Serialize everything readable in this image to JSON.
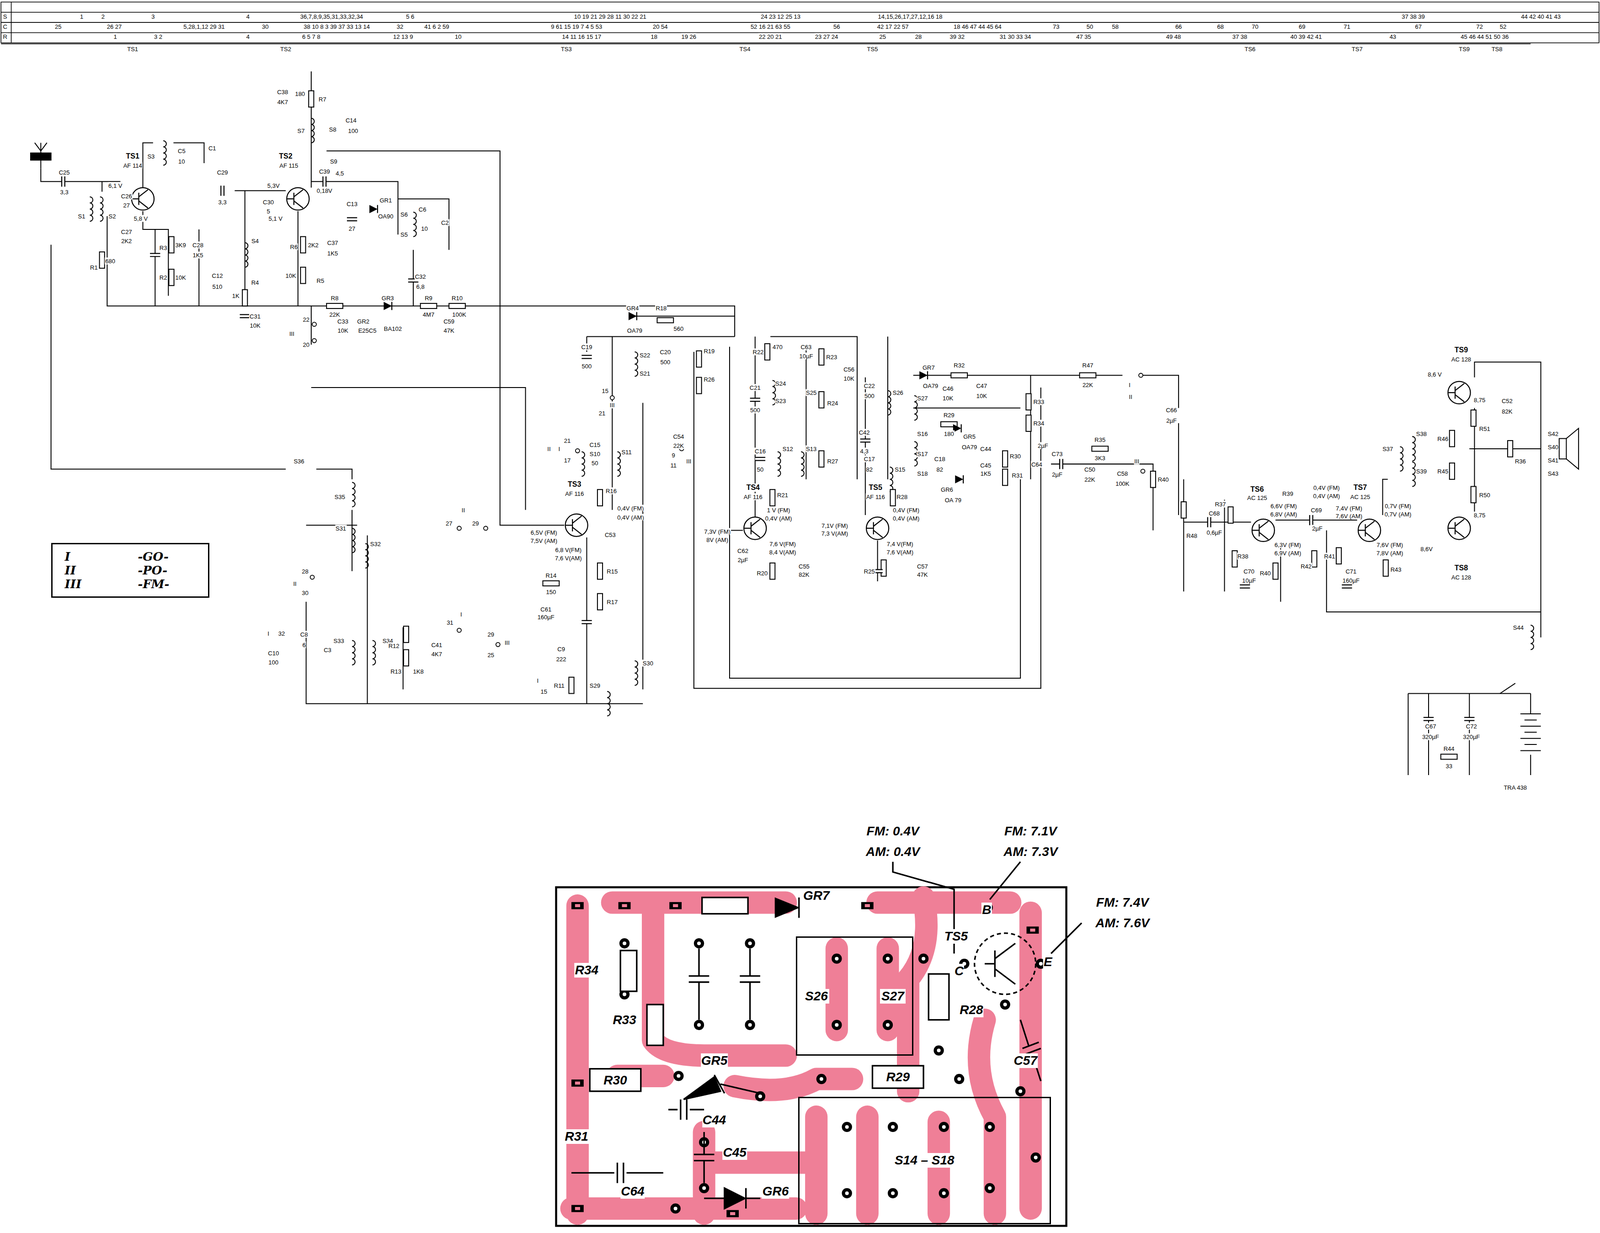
{
  "diagram": {
    "nodes": [
      {
        "text": [
          "I",
          "-GO-",
          "II",
          "-PO-",
          "III",
          "-FM-"
        ]
      },
      {
        "text": [
          "S26",
          "S27"
        ]
      },
      {
        "text": [
          "S14 – S18"
        ]
      }
    ],
    "labels": [
      "S",
      "C",
      "R",
      "1",
      "2",
      "3",
      "4",
      "36,7,8,9,35,31,33,32,34",
      "5 6",
      "10 19 21 29 28 11 30 22 21",
      "24 23 12 25 13",
      "14,15,26,17,27,12,16 18",
      "37 38 39",
      "44 42 40 41 43",
      "25",
      "26 27",
      "5,28,1,12 29 31",
      "30",
      "38 10 8 3 39 37 33 13 14",
      "32",
      "41 6 2 59",
      "9 61 15 19 7 4 5 53",
      "20 54",
      "52 16 21 63 55",
      "56",
      "42 17 22 57",
      "18 46 47 44 45 64",
      "73",
      "50",
      "58",
      "66",
      "68",
      "70",
      "69",
      "71",
      "67",
      "72",
      "52",
      "1",
      "3 2",
      "4",
      "6 5 7 8",
      "12 13 9",
      "10",
      "14 11 16 15 17",
      "18",
      "19 26",
      "22 20 21",
      "23 27 24",
      "25",
      "28",
      "39 32",
      "31 30 33 34",
      "47 35",
      "49 48",
      "37 38",
      "40 39 42 41",
      "43",
      "45 46 44 51 50 36",
      "TS1",
      "TS2",
      "TS3",
      "TS4",
      "TS5",
      "TS6",
      "TS7",
      "TS9",
      "TS8",
      "TS1",
      "AF 114",
      "6,1 V",
      "5,8 V",
      "C25",
      "3,3",
      "S1",
      "S2",
      "C26",
      "27",
      "C27",
      "2K2",
      "R1",
      "680",
      "R3",
      "3K9",
      "R2",
      "10K",
      "C28",
      "1K5",
      "S3",
      "C5",
      "10",
      "C1",
      "C29",
      "3,3",
      "TS2",
      "AF 115",
      "5,3V",
      "5,1 V",
      "C30",
      "5",
      "S4",
      "C12",
      "510",
      "R4",
      "1K",
      "C31",
      "10K",
      "R6",
      "2K2",
      "C37",
      "1K5",
      "R5",
      "10K",
      "C38",
      "4K7",
      "R7",
      "180",
      "S7",
      "S8",
      "C14",
      "100",
      "S9",
      "C39",
      "4,5",
      "0,18V",
      "C13",
      "27",
      "GR1",
      "OA90",
      "S6",
      "C6",
      "10",
      "S5",
      "C2",
      "C32",
      "6,8",
      "R8",
      "22K",
      "GR3",
      "BA102",
      "R9",
      "4M7",
      "R10",
      "100K",
      "C33",
      "10K",
      "GR2",
      "E25C5",
      "C59",
      "47K",
      "22",
      "III",
      "20",
      "S36",
      "S35",
      "S31",
      "S32",
      "II",
      "27",
      "29",
      "28",
      "II",
      "30",
      "I",
      "32",
      "C8",
      "6",
      "C10",
      "100",
      "C3",
      "S33",
      "S34",
      "R12",
      "C41",
      "4K7",
      "1K8",
      "R13",
      "31",
      "I",
      "29",
      "III",
      "25",
      "GR4",
      "OA79",
      "R18",
      "560",
      "C19",
      "500",
      "S22",
      "C20",
      "500",
      "S21",
      "R19",
      "R26",
      "15",
      "III",
      "21",
      "II",
      "I",
      "21",
      "17",
      "C15",
      "S10",
      "50",
      "S11",
      "C54",
      "22K",
      "9",
      "III",
      "11",
      "TS3",
      "AF 116",
      "R16",
      "0,4V (FM)",
      "0,4V (AM)",
      "6,5V (FM)",
      "7,5V (AM)",
      "6,8 V(FM)",
      "7,6 V(AM)",
      "C53",
      "R15",
      "R14",
      "150",
      "C61",
      "160µF",
      "R17",
      "C9",
      "222",
      "R11",
      "I",
      "15",
      "S29",
      "S30",
      "R22",
      "470",
      "C63",
      "10µF",
      "C21",
      "500",
      "S24",
      "S23",
      "S25",
      "R23",
      "R24",
      "C56",
      "10K",
      "C16",
      "50",
      "S12",
      "S13",
      "R27",
      "TS4",
      "AF 116",
      "R21",
      "1 V (FM)",
      "0,4V (AM)",
      "7,3V (FM)",
      "8V (AM)",
      "7,6 V(FM)",
      "8,4 V(AM)",
      "C62",
      "2µF",
      "R20",
      "C55",
      "82K",
      "C22",
      "500",
      "S26",
      "C42",
      "4,3",
      "C17",
      "82",
      "S15",
      "TS5",
      "AF 116",
      "R28",
      "7,1V (FM)",
      "7,3 V(AM)",
      "0,4V (FM)",
      "0,4V (AM)",
      "7,4 V(FM)",
      "7,6 V(AM)",
      "R25",
      "C57",
      "47K",
      "GR7",
      "OA79",
      "S27",
      "R32",
      "C46",
      "10K",
      "C47",
      "10K",
      "R29",
      "180",
      "S16",
      "S17",
      "S18",
      "C18",
      "82",
      "GR5",
      "OA79",
      "C44",
      "C45",
      "1K5",
      "GR6",
      "OA 79",
      "R30",
      "R31",
      "R33",
      "R34",
      "C64",
      "2µF",
      "R47",
      "22K",
      "I",
      "II",
      "C66",
      "2µF",
      "C73",
      "2µF",
      "R35",
      "3K3",
      "C50",
      "22K",
      "C58",
      "100K",
      "III",
      "R40",
      "R48",
      "C68",
      "0,6µF",
      "R37",
      "R38",
      "C70",
      "10µF",
      "TS6",
      "AC 125",
      "6,6V (FM)",
      "6,8V (AM)",
      "R39",
      "0,4V (FM)",
      "0,4V (AM)",
      "C69",
      "2µF",
      "6,3V (FM)",
      "6,9V (AM)",
      "R40",
      "R42",
      "R41",
      "TS7",
      "AC 125",
      "7,4V (FM)",
      "7,6V (AM)",
      "0,7V (FM)",
      "0,7V (AM)",
      "7,6V (FM)",
      "7,8V (AM)",
      "C71",
      "160µF",
      "R43",
      "TS9",
      "AC 128",
      "8,6 V",
      "8,75",
      "TS8",
      "AC 128",
      "8,6V",
      "8,75",
      "S37",
      "S38",
      "S39",
      "R46",
      "R45",
      "R51",
      "R50",
      "C52",
      "82K",
      "R36",
      "S42",
      "S40",
      "S41",
      "S43",
      "S44",
      "C67",
      "320µF",
      "C72",
      "320µF",
      "R44",
      "33",
      "TRA 438",
      "FM: 0.4V",
      "AM: 0.4V",
      "FM: 7.1V",
      "AM: 7.3V",
      "FM: 7.4V",
      "AM: 7.6V",
      "GR7",
      "TS5",
      "B",
      "C",
      "E",
      "R34",
      "R33",
      "R28",
      "R30",
      "R29",
      "C57",
      "GR5",
      "C44",
      "R31",
      "C45",
      "C64",
      "GR6"
    ]
  }
}
